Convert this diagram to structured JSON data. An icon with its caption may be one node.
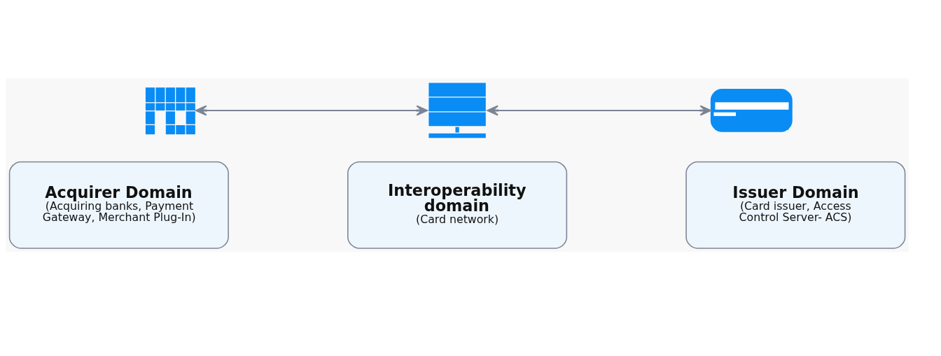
{
  "diagram": {
    "nodes": [
      {
        "text": [],
        "shape": "picture"
      },
      {
        "text": [],
        "shape": "picture"
      },
      {
        "text": [],
        "shape": "picture"
      },
      {
        "text": [
          "Acquirer Domain",
          "(Acquiring banks, Payment Gateway, Merchant Plug-In)"
        ]
      },
      {
        "text": [
          "Interoperability domain",
          "(Card network)"
        ]
      },
      {
        "text": [
          "Issuer Domain",
          "(Card issuer, Access Control Server- ACS)"
        ]
      }
    ],
    "edges": [
      {
        "from": 0,
        "to": 1,
        "arrow": "both"
      },
      {
        "from": 1,
        "to": 2,
        "arrow": "both"
      }
    ]
  }
}
